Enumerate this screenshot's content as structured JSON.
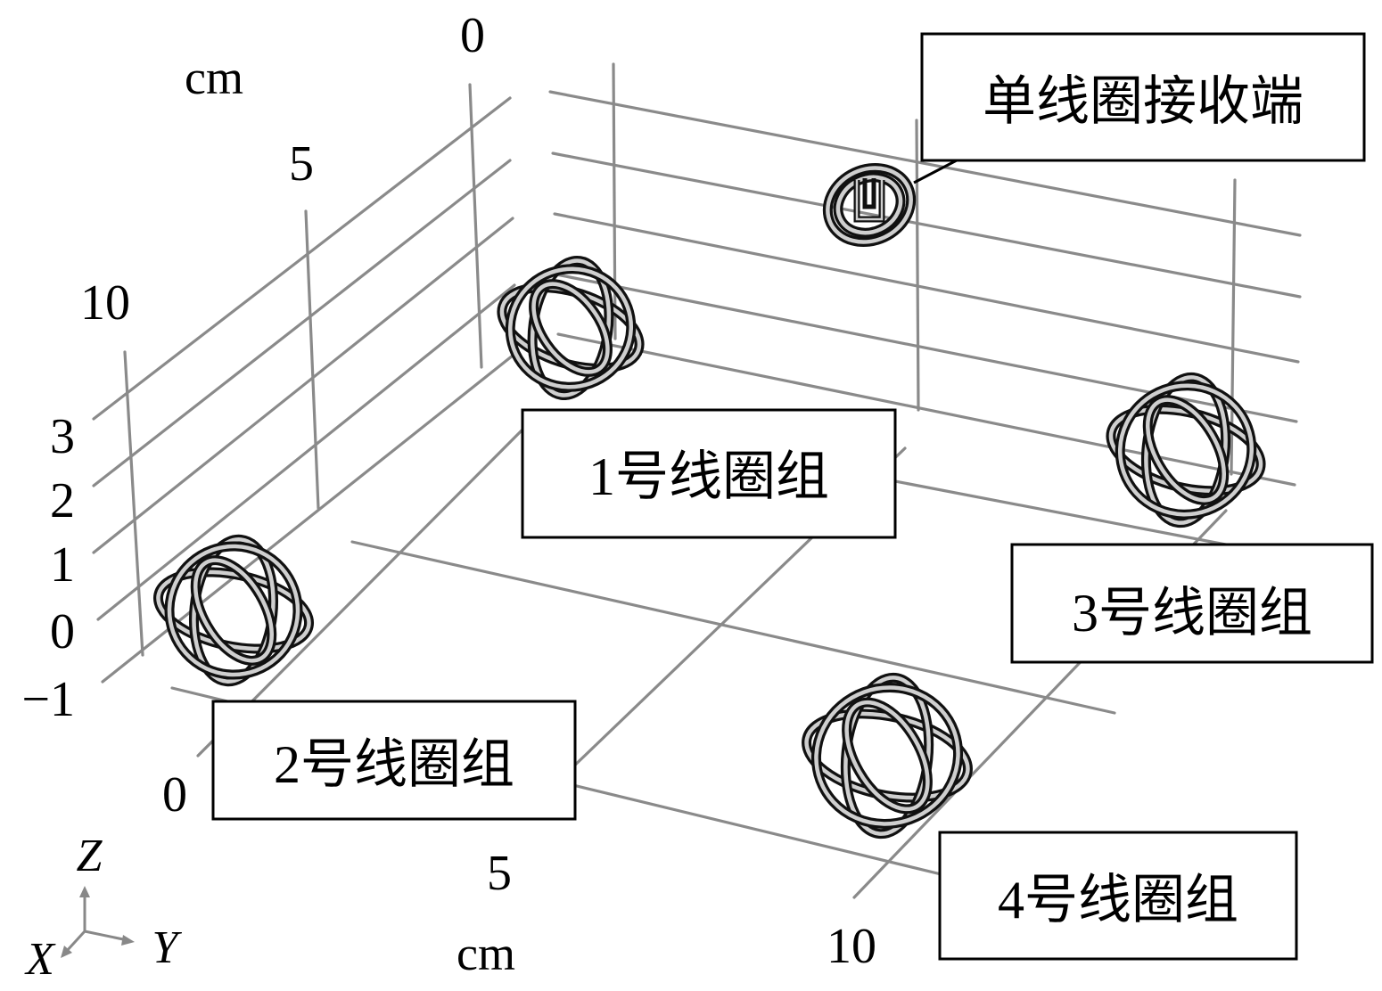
{
  "axes": {
    "top_axis_ticks": [
      "0",
      "5",
      "10"
    ],
    "top_axis_unit": "cm",
    "z_axis_ticks": [
      "3",
      "2",
      "1",
      "0",
      "−1"
    ],
    "bottom_axis_ticks": [
      "0",
      "5",
      "10"
    ],
    "bottom_axis_unit": "cm",
    "triad": {
      "z": "Z",
      "x": "X",
      "y": "Y"
    }
  },
  "labels": {
    "receiver": "单线圈接收端",
    "group1": "1号线圈组",
    "group2": "2号线圈组",
    "group3": "3号线圈组",
    "group4": "4号线圈组"
  }
}
